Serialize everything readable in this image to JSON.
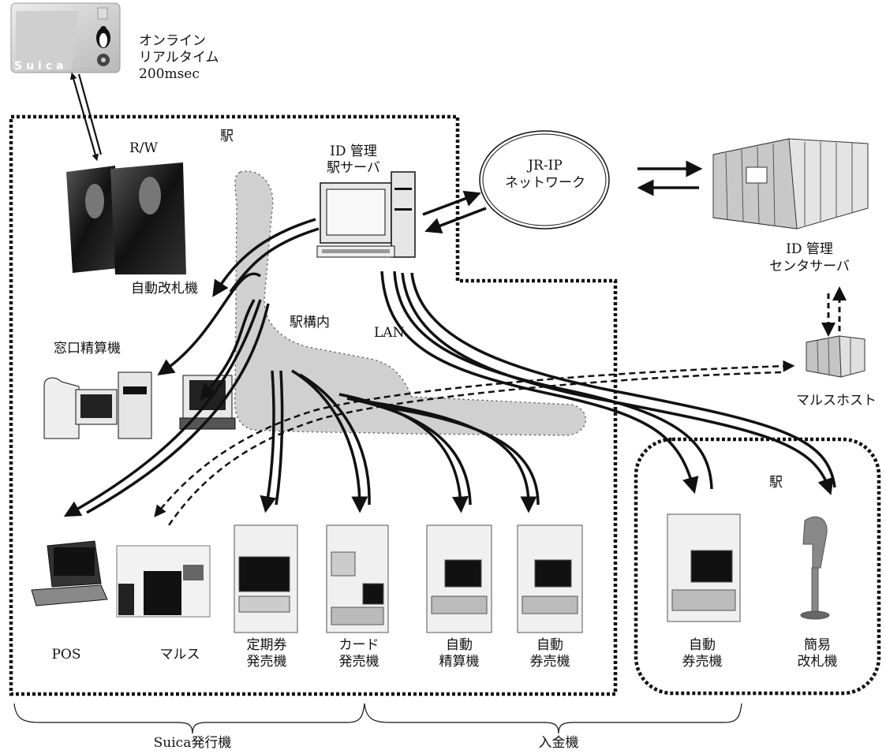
{
  "card": {
    "brand": "Suica",
    "caption": [
      "オンライン",
      "リアルタイム",
      "200msec"
    ]
  },
  "labels": {
    "rw": "R/W",
    "station_top": "駅",
    "server_id": "ID 管理",
    "server_name": "駅サーバ",
    "network_line1": "JR-IP",
    "network_line2": "ネットワーク",
    "center_id": "ID 管理",
    "center_name": "センタサーバ",
    "gate": "自動改札機",
    "window": "窓口精算機",
    "lan_area": "駅構内",
    "lan": "LAN",
    "mars_host": "マルスホスト",
    "station_right": "駅"
  },
  "devices": [
    {
      "lines": [
        "POS"
      ]
    },
    {
      "lines": [
        "マルス"
      ]
    },
    {
      "lines": [
        "定期券",
        "発売機"
      ]
    },
    {
      "lines": [
        "カード",
        "発売機"
      ]
    },
    {
      "lines": [
        "自動",
        "精算機"
      ]
    },
    {
      "lines": [
        "自動",
        "券売機"
      ]
    },
    {
      "lines": [
        "自動",
        "券売機"
      ]
    },
    {
      "lines": [
        "簡易",
        "改札機"
      ]
    }
  ],
  "groups": {
    "issuers": "Suica発行機",
    "chargers": "入金機"
  }
}
